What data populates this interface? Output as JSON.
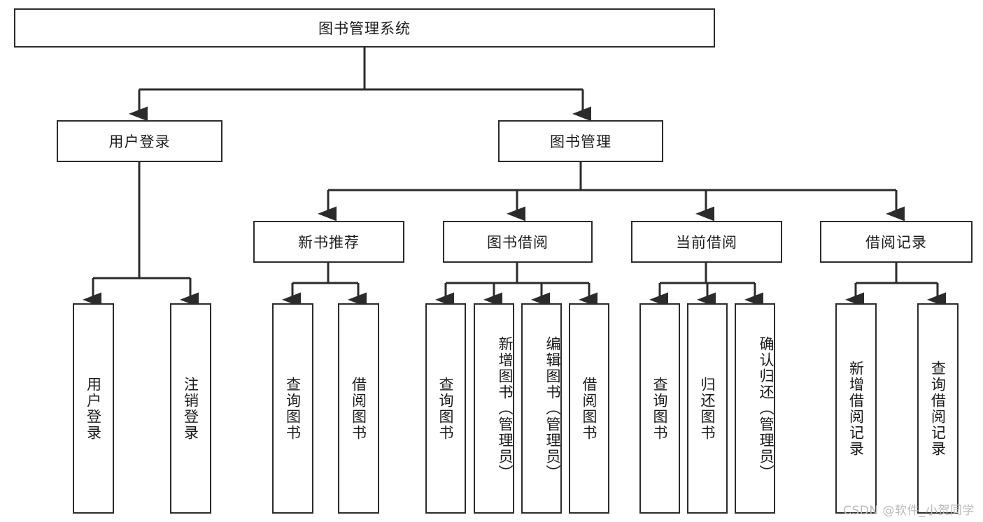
{
  "diagram": {
    "type": "tree",
    "title": "图书管理系统",
    "root": {
      "id": "root",
      "label": "图书管理系统"
    },
    "level2": [
      {
        "id": "user-login",
        "label": "用户登录"
      },
      {
        "id": "book-manage",
        "label": "图书管理"
      }
    ],
    "level3": [
      {
        "id": "new-book-recommend",
        "label": "新书推荐"
      },
      {
        "id": "book-borrow",
        "label": "图书借阅"
      },
      {
        "id": "current-borrow",
        "label": "当前借阅"
      },
      {
        "id": "borrow-record",
        "label": "借阅记录"
      }
    ],
    "leaves": {
      "user_login": [
        {
          "id": "leaf-user-login",
          "label": "用户登录"
        },
        {
          "id": "leaf-logout-login",
          "label": "注销登录"
        }
      ],
      "new_book_recommend": [
        {
          "id": "leaf-query-book-1",
          "label": "查询图书"
        },
        {
          "id": "leaf-borrow-book-1",
          "label": "借阅图书"
        }
      ],
      "book_borrow": [
        {
          "id": "leaf-query-book-2",
          "label": "查询图书"
        },
        {
          "id": "leaf-add-book",
          "label": "新增图书（管理员）"
        },
        {
          "id": "leaf-edit-book",
          "label": "编辑图书（管理员）"
        },
        {
          "id": "leaf-borrow-book-2",
          "label": "借阅图书"
        }
      ],
      "current_borrow": [
        {
          "id": "leaf-query-book-3",
          "label": "查询图书"
        },
        {
          "id": "leaf-return-book",
          "label": "归还图书"
        },
        {
          "id": "leaf-confirm-return",
          "label": "确认归还（管理员）"
        }
      ],
      "borrow_record": [
        {
          "id": "leaf-add-borrow-record",
          "label": "新增借阅记录"
        },
        {
          "id": "leaf-query-borrow-record",
          "label": "查询借阅记录"
        }
      ]
    }
  },
  "watermark": {
    "text": "CSDN @软件_小贺同学"
  },
  "colors": {
    "stroke": "#2b2b2b",
    "background": "#ffffff",
    "text": "#1b1b1b",
    "watermark": "#b9b9b9"
  }
}
